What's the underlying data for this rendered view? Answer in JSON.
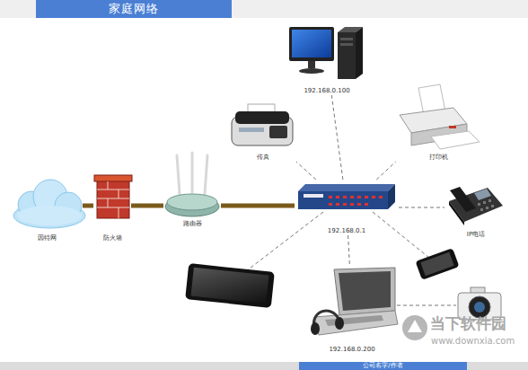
{
  "diagram": {
    "title": "家庭网络",
    "nodes": [
      {
        "text": [
          "192.168.0.100"
        ]
      },
      {
        "text": [
          "传真"
        ]
      },
      {
        "text": [
          "打印机"
        ]
      },
      {
        "text": [
          "因特网"
        ]
      },
      {
        "text": [
          "防火墙"
        ]
      },
      {
        "text": [
          "路由器"
        ]
      },
      {
        "text": [
          "192.168.0.1"
        ]
      },
      {
        "text": [
          "IP电话"
        ]
      },
      {
        "text": [
          "192.168.0.200"
        ]
      }
    ],
    "edges": [
      {
        "from": 3,
        "to": 4,
        "arrow": "none"
      },
      {
        "from": 4,
        "to": 5,
        "arrow": "none"
      },
      {
        "from": 5,
        "to": 6,
        "arrow": "none"
      },
      {
        "from": 6,
        "to": 0,
        "arrow": "none"
      },
      {
        "from": 6,
        "to": 1,
        "arrow": "none"
      },
      {
        "from": 6,
        "to": 2,
        "arrow": "none"
      },
      {
        "from": 6,
        "to": 7,
        "arrow": "none"
      },
      {
        "from": 6,
        "to": 8,
        "arrow": "none"
      }
    ],
    "labels": [
      "公司名字/作者",
      "当下软件园",
      "www.downxia.com"
    ]
  }
}
